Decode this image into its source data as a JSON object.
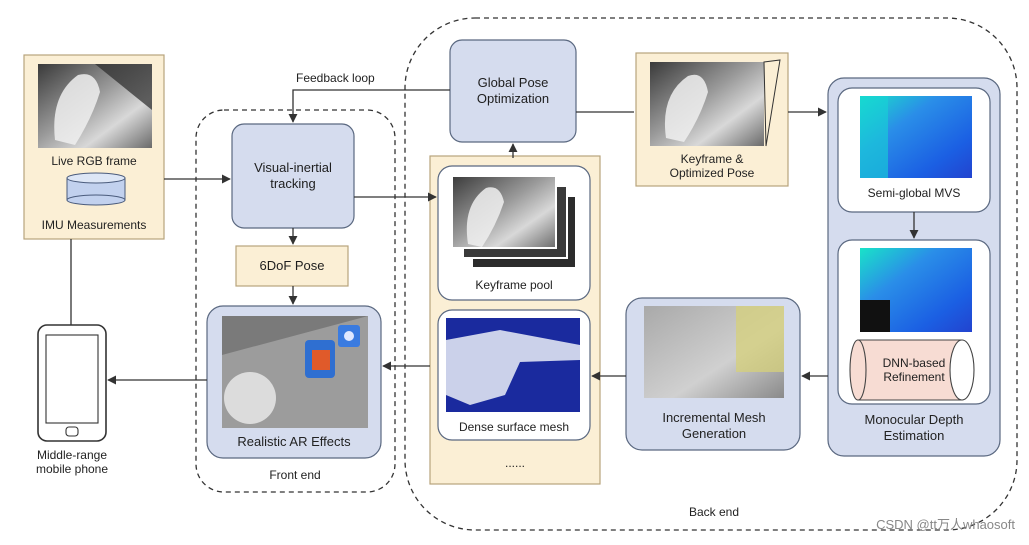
{
  "labels": {
    "live_rgb": "Live RGB frame",
    "imu": "IMU Measurements",
    "feedback": "Feedback loop",
    "visual_inertial": "Visual-inertial tracking",
    "global_pose": "Global Pose Optimization",
    "keyframe_opt": "Keyframe & Optimized Pose",
    "semi_global": "Semi-global MVS",
    "dnn": "DNN-based Refinement",
    "monocular": "Monocular Depth Estimation",
    "pose6dof": "6DoF Pose",
    "keyframe_pool": "Keyframe pool",
    "dense_mesh": "Dense surface mesh",
    "ellipsis": "......",
    "incremental": "Incremental Mesh Generation",
    "ar_effects": "Realistic AR Effects",
    "front_end": "Front end",
    "back_end": "Back end",
    "phone": "Middle-range mobile phone"
  },
  "watermark": "CSDN @tt万人whaosoft",
  "colors": {
    "tan_fill": "#fbefd5",
    "tan_stroke": "#b8a47c",
    "blue_fill": "#d5dcee",
    "blue_stroke": "#5a6880",
    "pink_fill": "#f7dcd3",
    "arrow": "#333333"
  }
}
